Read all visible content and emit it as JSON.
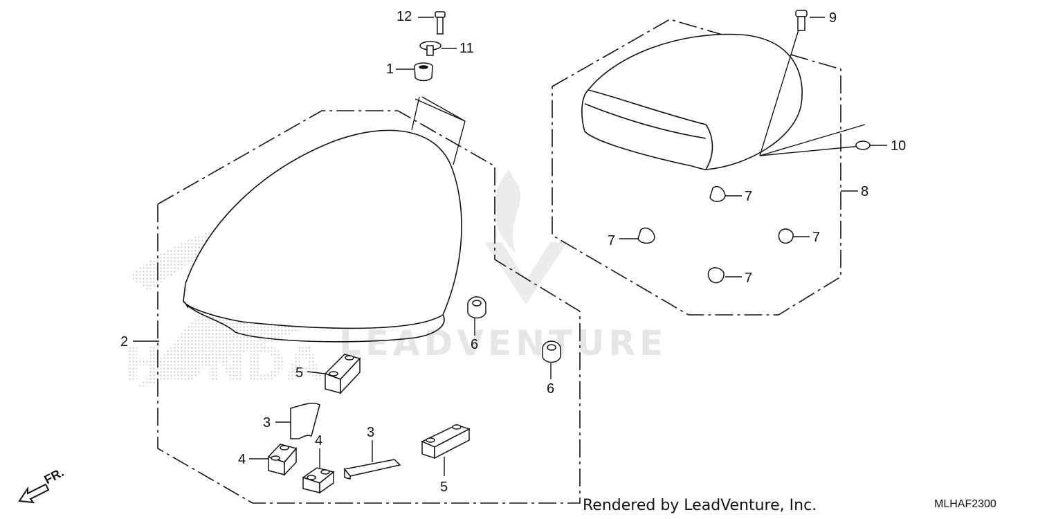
{
  "watermark": {
    "text": "LEADVENTURE",
    "brand": "HONDA"
  },
  "front_arrow": {
    "label": "FR."
  },
  "callouts": {
    "c1": "1",
    "c2": "2",
    "c3a": "3",
    "c3b": "3",
    "c4a": "4",
    "c4b": "4",
    "c5a": "5",
    "c5b": "5",
    "c6a": "6",
    "c6b": "6",
    "c7a": "7",
    "c7b": "7",
    "c7c": "7",
    "c7d": "7",
    "c8": "8",
    "c9": "9",
    "c10": "10",
    "c11": "11",
    "c12": "12"
  },
  "footer": {
    "credit": "Rendered by LeadVenture, Inc.",
    "code": "MLHAF2300"
  },
  "colors": {
    "line": "#111111",
    "watermark": "#e6e6e6",
    "dots": "#c8c8c8"
  }
}
